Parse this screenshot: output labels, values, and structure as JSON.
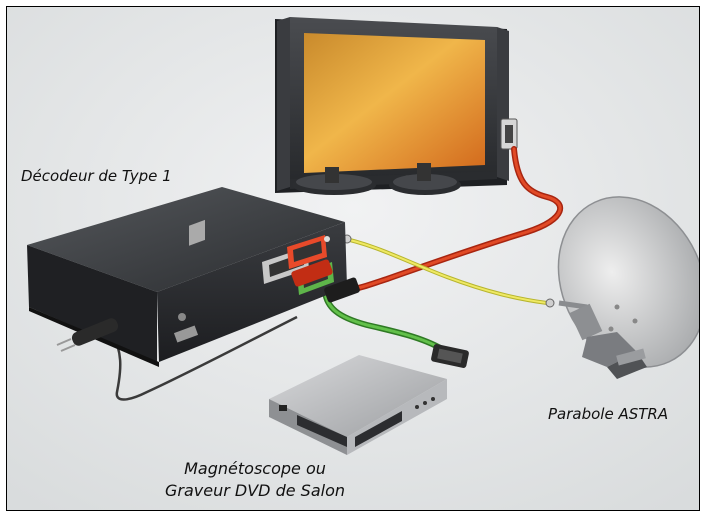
{
  "labels": {
    "decoder": "Décodeur de Type 1",
    "dish": "Parabole ASTRA",
    "recorder_line1": "Magnétoscope ou",
    "recorder_line2": "Graveur DVD de Salon"
  },
  "colors": {
    "background": "#e7e9ea",
    "scart_tv_cable": "#d8341a",
    "scart_recorder_cable": "#4fa83a",
    "coax_cable": "#e0e04a",
    "power_cable": "#3a3a3a",
    "tv_screen": "#e39a2a",
    "decoder_body": "#2f3134"
  },
  "icons": [
    "television",
    "satellite-decoder",
    "satellite-dish",
    "vcr-dvd-recorder",
    "scart-plug",
    "power-plug"
  ]
}
